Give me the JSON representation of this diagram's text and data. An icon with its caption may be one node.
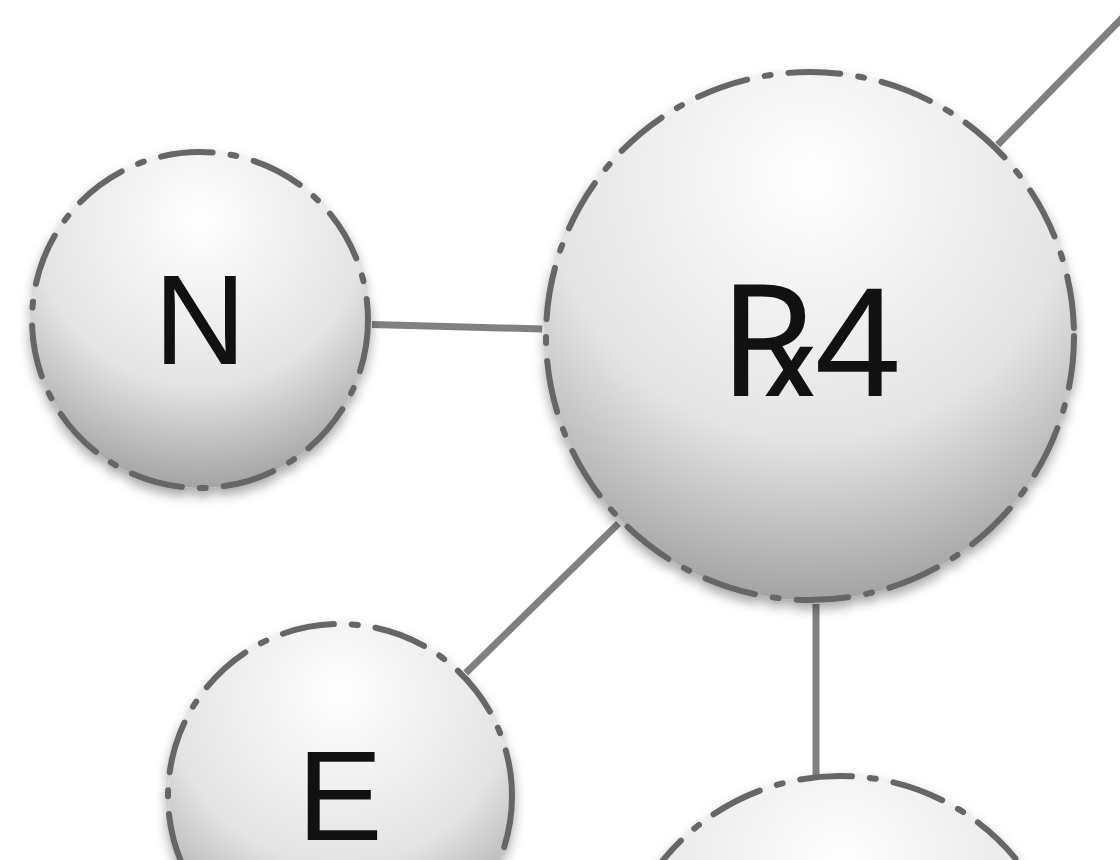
{
  "diagram": {
    "nodes": [
      {
        "text": [
          "N"
        ]
      },
      {
        "text": [
          "℞4"
        ]
      },
      {
        "text": [
          "E"
        ]
      },
      {
        "text": [],
        "shape": "circle"
      }
    ],
    "edges": [
      {
        "from": 0,
        "to": 1,
        "arrow": "none"
      },
      {
        "from": 1,
        "to": 2,
        "arrow": "none"
      },
      {
        "from": 1,
        "to": 3,
        "arrow": "none"
      },
      {
        "from": 1,
        "to": null,
        "arrow": "none"
      }
    ]
  }
}
